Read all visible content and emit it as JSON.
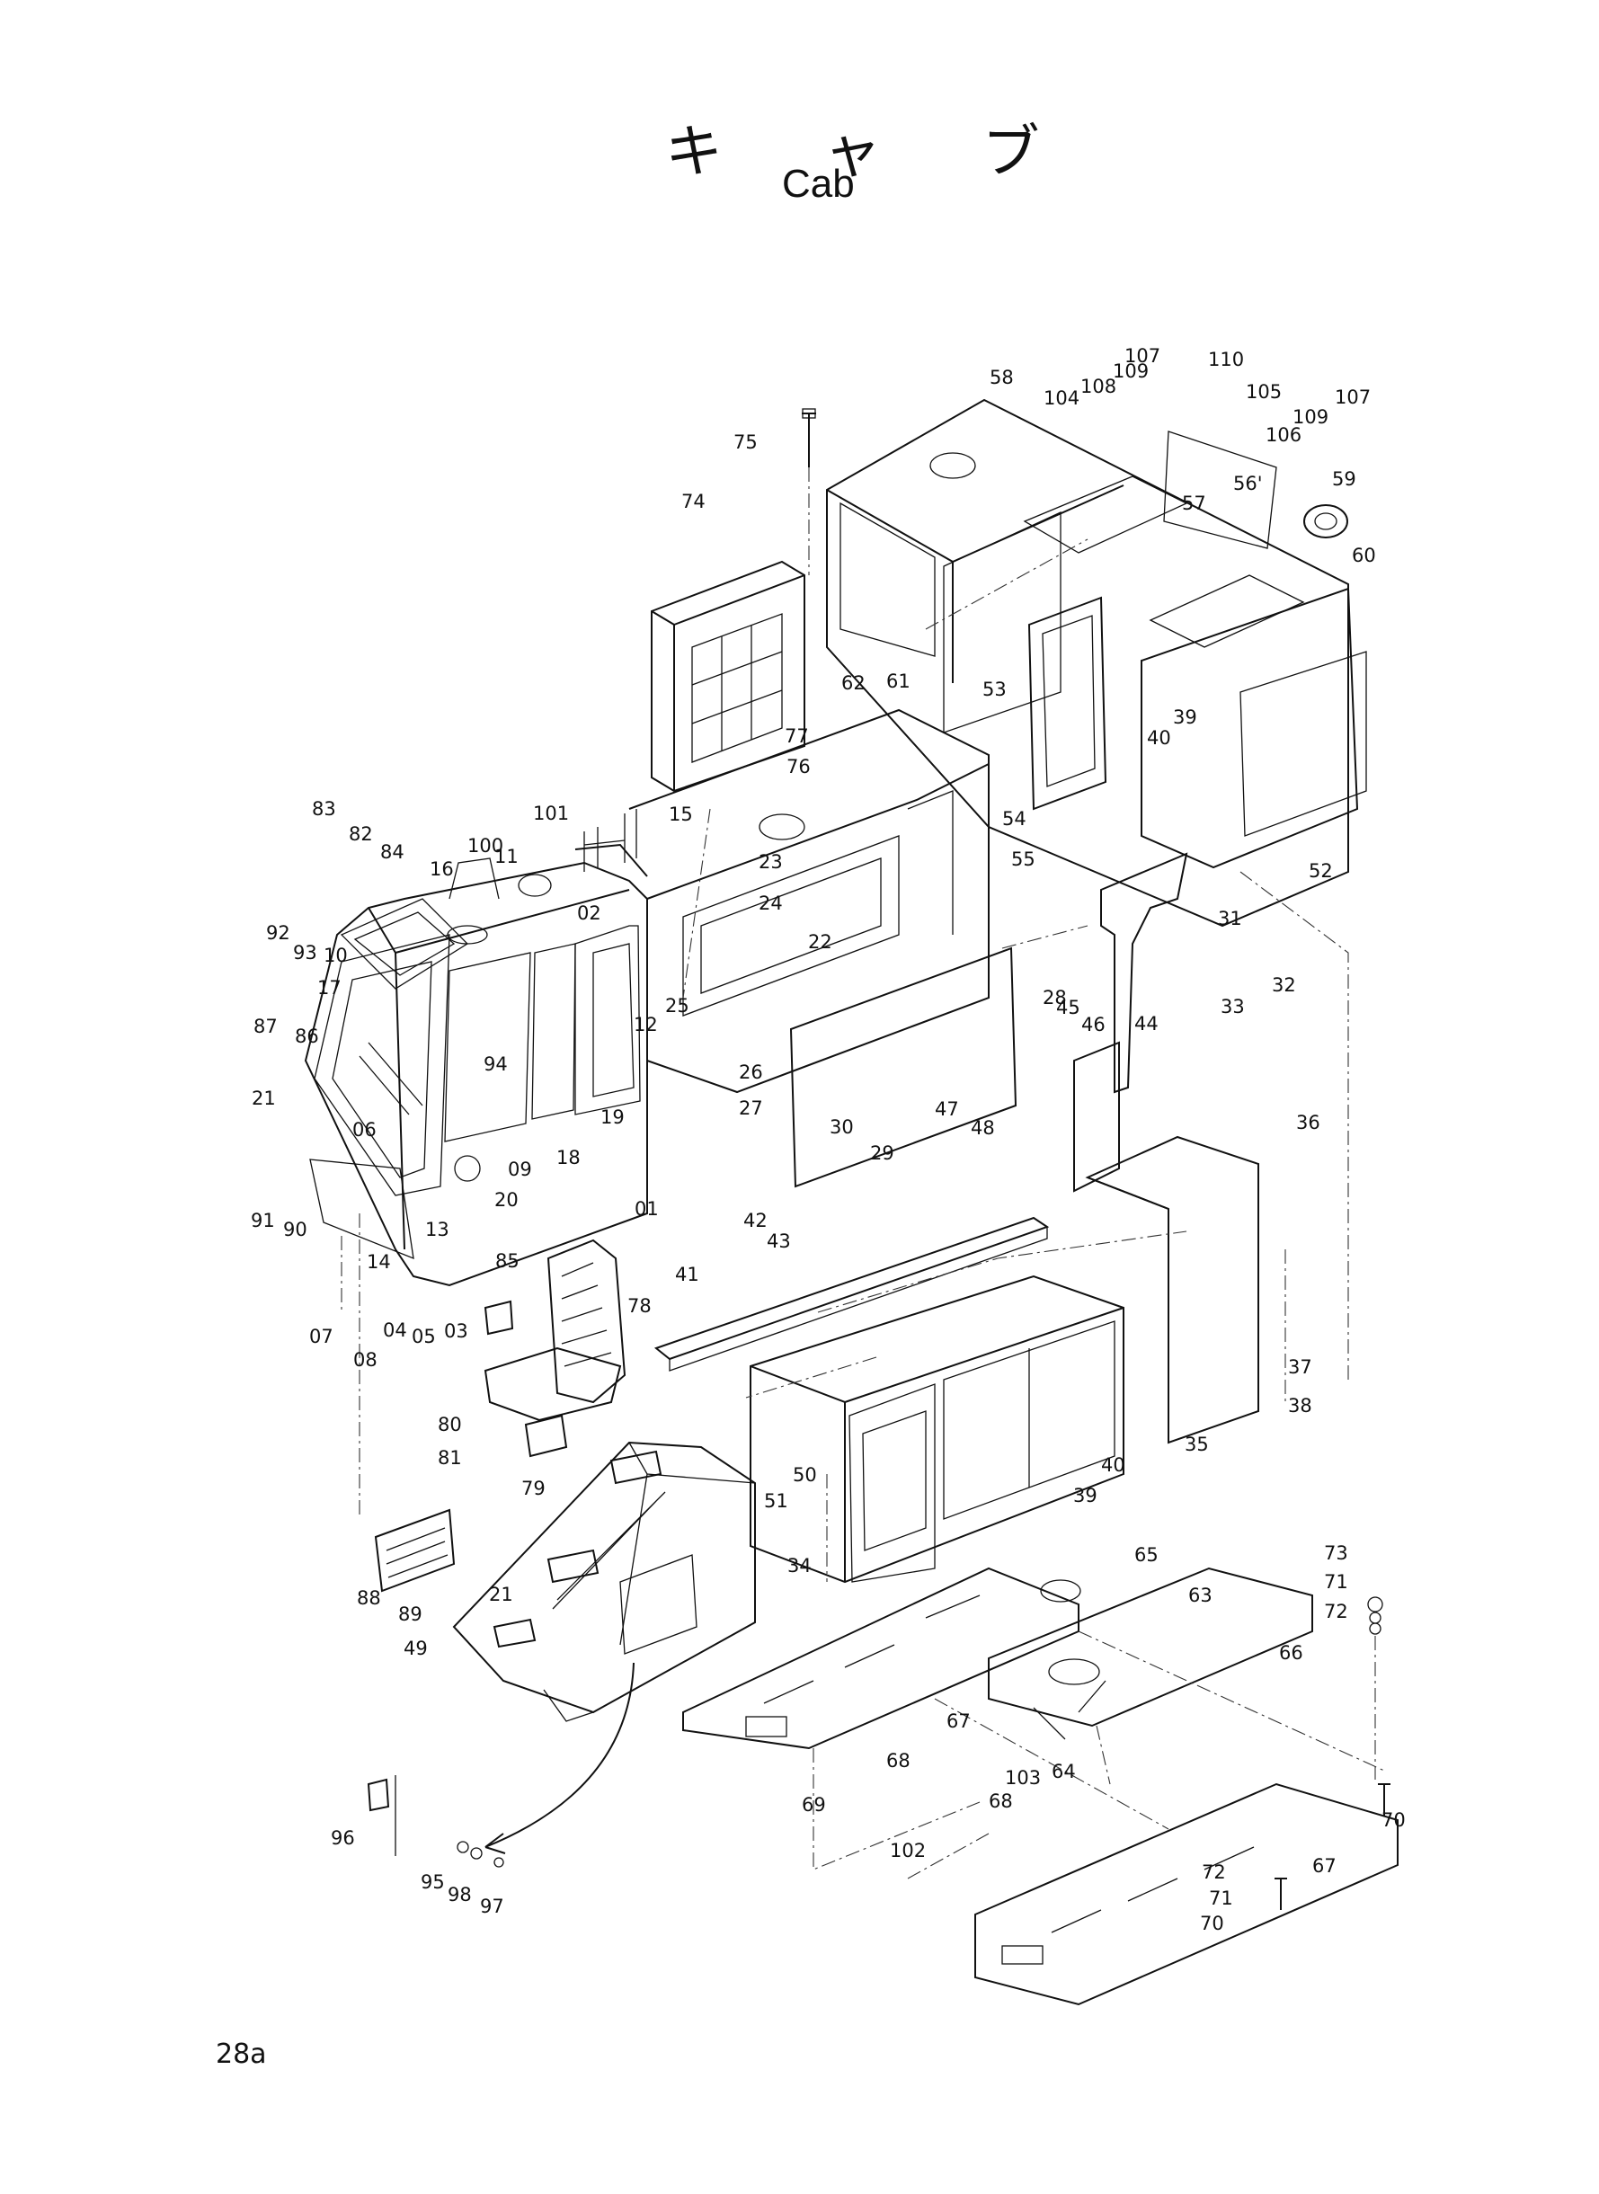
{
  "title_ja": "キ ャ ブ",
  "title_en": "Cab",
  "page_number": "28a",
  "callouts": [
    {
      "id": "c01",
      "label": "01"
    },
    {
      "id": "c02",
      "label": "02"
    },
    {
      "id": "c03",
      "label": "03"
    },
    {
      "id": "c04",
      "label": "04"
    },
    {
      "id": "c05",
      "label": "05"
    },
    {
      "id": "c06",
      "label": "06"
    },
    {
      "id": "c07",
      "label": "07"
    },
    {
      "id": "c08",
      "label": "08"
    },
    {
      "id": "c09",
      "label": "09"
    },
    {
      "id": "c10",
      "label": "10"
    },
    {
      "id": "c11",
      "label": "11"
    },
    {
      "id": "c12",
      "label": "12"
    },
    {
      "id": "c13",
      "label": "13"
    },
    {
      "id": "c14",
      "label": "14"
    },
    {
      "id": "c15",
      "label": "15"
    },
    {
      "id": "c16",
      "label": "16"
    },
    {
      "id": "c17",
      "label": "17"
    },
    {
      "id": "c18",
      "label": "18"
    },
    {
      "id": "c19",
      "label": "19"
    },
    {
      "id": "c20",
      "label": "20"
    },
    {
      "id": "c21a",
      "label": "21"
    },
    {
      "id": "c21b",
      "label": "21"
    },
    {
      "id": "c22",
      "label": "22"
    },
    {
      "id": "c23",
      "label": "23"
    },
    {
      "id": "c24",
      "label": "24"
    },
    {
      "id": "c25",
      "label": "25"
    },
    {
      "id": "c26",
      "label": "26"
    },
    {
      "id": "c27",
      "label": "27"
    },
    {
      "id": "c28",
      "label": "28"
    },
    {
      "id": "c29",
      "label": "29"
    },
    {
      "id": "c30",
      "label": "30"
    },
    {
      "id": "c31",
      "label": "31"
    },
    {
      "id": "c32",
      "label": "32"
    },
    {
      "id": "c33",
      "label": "33"
    },
    {
      "id": "c34",
      "label": "34"
    },
    {
      "id": "c35",
      "label": "35"
    },
    {
      "id": "c36",
      "label": "36"
    },
    {
      "id": "c37",
      "label": "37"
    },
    {
      "id": "c38",
      "label": "38"
    },
    {
      "id": "c39a",
      "label": "39"
    },
    {
      "id": "c39b",
      "label": "39"
    },
    {
      "id": "c40a",
      "label": "40"
    },
    {
      "id": "c40b",
      "label": "40"
    },
    {
      "id": "c41",
      "label": "41"
    },
    {
      "id": "c42",
      "label": "42"
    },
    {
      "id": "c43",
      "label": "43"
    },
    {
      "id": "c44",
      "label": "44"
    },
    {
      "id": "c45",
      "label": "45"
    },
    {
      "id": "c46",
      "label": "46"
    },
    {
      "id": "c47",
      "label": "47"
    },
    {
      "id": "c48",
      "label": "48"
    },
    {
      "id": "c49",
      "label": "49"
    },
    {
      "id": "c50",
      "label": "50"
    },
    {
      "id": "c51",
      "label": "51"
    },
    {
      "id": "c52",
      "label": "52"
    },
    {
      "id": "c53",
      "label": "53"
    },
    {
      "id": "c54",
      "label": "54"
    },
    {
      "id": "c55",
      "label": "55"
    },
    {
      "id": "c56",
      "label": "56'"
    },
    {
      "id": "c57",
      "label": "57"
    },
    {
      "id": "c58",
      "label": "58"
    },
    {
      "id": "c59",
      "label": "59"
    },
    {
      "id": "c60",
      "label": "60"
    },
    {
      "id": "c61",
      "label": "61"
    },
    {
      "id": "c62",
      "label": "62"
    },
    {
      "id": "c63",
      "label": "63"
    },
    {
      "id": "c64",
      "label": "64"
    },
    {
      "id": "c65",
      "label": "65"
    },
    {
      "id": "c66",
      "label": "66"
    },
    {
      "id": "c67a",
      "label": "67"
    },
    {
      "id": "c67b",
      "label": "67"
    },
    {
      "id": "c68a",
      "label": "68"
    },
    {
      "id": "c68b",
      "label": "68"
    },
    {
      "id": "c69",
      "label": "69"
    },
    {
      "id": "c70a",
      "label": "70"
    },
    {
      "id": "c70b",
      "label": "70"
    },
    {
      "id": "c71a",
      "label": "71"
    },
    {
      "id": "c71b",
      "label": "71"
    },
    {
      "id": "c72a",
      "label": "72"
    },
    {
      "id": "c72b",
      "label": "72"
    },
    {
      "id": "c73",
      "label": "73"
    },
    {
      "id": "c74",
      "label": "74"
    },
    {
      "id": "c75",
      "label": "75"
    },
    {
      "id": "c76",
      "label": "76"
    },
    {
      "id": "c77",
      "label": "77"
    },
    {
      "id": "c78",
      "label": "78"
    },
    {
      "id": "c79",
      "label": "79"
    },
    {
      "id": "c80",
      "label": "80"
    },
    {
      "id": "c81",
      "label": "81"
    },
    {
      "id": "c82",
      "label": "82"
    },
    {
      "id": "c83",
      "label": "83"
    },
    {
      "id": "c84",
      "label": "84"
    },
    {
      "id": "c85",
      "label": "85"
    },
    {
      "id": "c86",
      "label": "86"
    },
    {
      "id": "c87",
      "label": "87"
    },
    {
      "id": "c88",
      "label": "88"
    },
    {
      "id": "c89",
      "label": "89"
    },
    {
      "id": "c90",
      "label": "90"
    },
    {
      "id": "c91",
      "label": "91"
    },
    {
      "id": "c92",
      "label": "92"
    },
    {
      "id": "c93",
      "label": "93"
    },
    {
      "id": "c94",
      "label": "94"
    },
    {
      "id": "c95",
      "label": "95"
    },
    {
      "id": "c96",
      "label": "96"
    },
    {
      "id": "c97",
      "label": "97"
    },
    {
      "id": "c98",
      "label": "98"
    },
    {
      "id": "c100",
      "label": "100"
    },
    {
      "id": "c101",
      "label": "101"
    },
    {
      "id": "c102",
      "label": "102"
    },
    {
      "id": "c103",
      "label": "103"
    },
    {
      "id": "c104",
      "label": "104"
    },
    {
      "id": "c105",
      "label": "105"
    },
    {
      "id": "c106",
      "label": "106"
    },
    {
      "id": "c107a",
      "label": "107"
    },
    {
      "id": "c107b",
      "label": "107"
    },
    {
      "id": "c108",
      "label": "108"
    },
    {
      "id": "c109a",
      "label": "109"
    },
    {
      "id": "c109b",
      "label": "109"
    },
    {
      "id": "c110",
      "label": "110"
    }
  ]
}
